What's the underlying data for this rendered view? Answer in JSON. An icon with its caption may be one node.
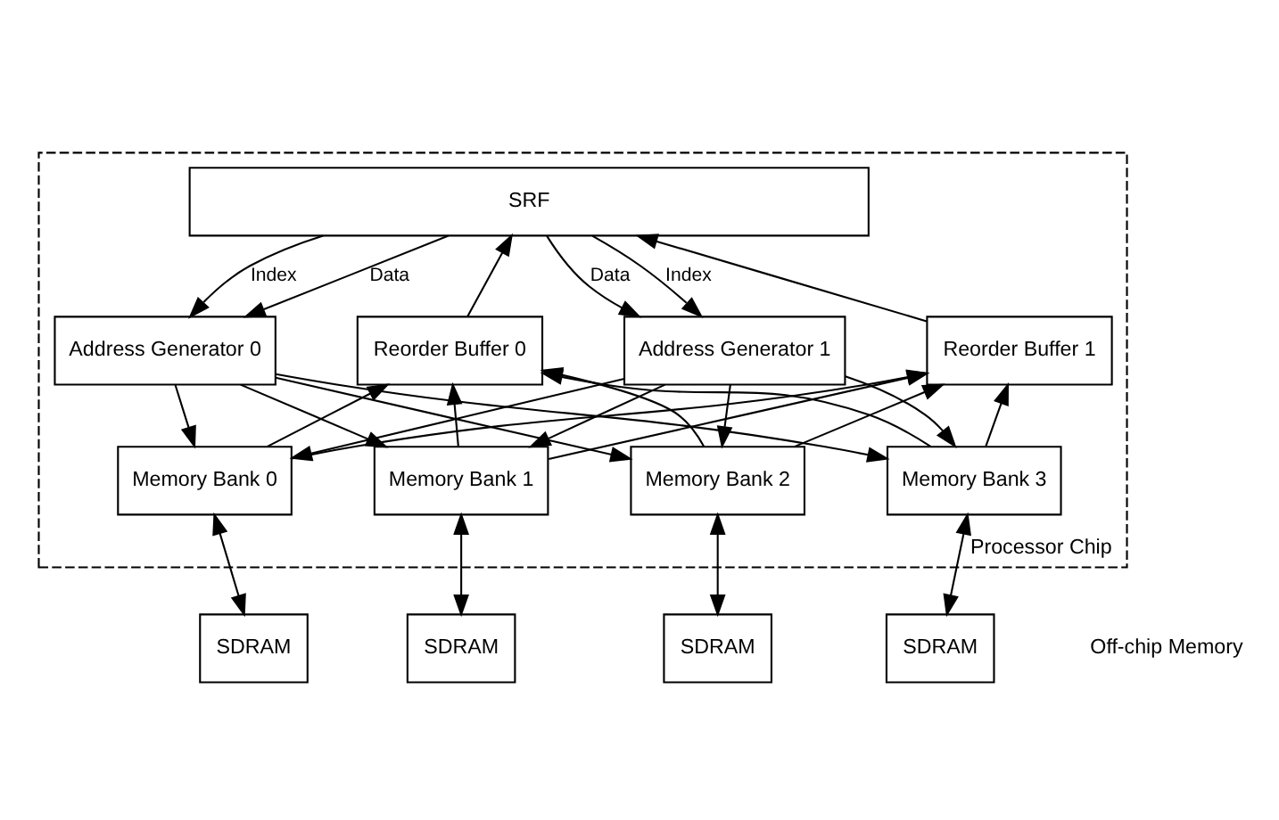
{
  "diagram": {
    "nodes": [
      {
        "text": [
          "Processor Chip"
        ]
      },
      {
        "text": [
          "SRF"
        ],
        "in": 0
      },
      {
        "text": [
          "Address Generator 0"
        ],
        "in": 0
      },
      {
        "text": [
          "Reorder Buffer 0"
        ],
        "in": 0
      },
      {
        "text": [
          "Address Generator 1"
        ],
        "in": 0
      },
      {
        "text": [
          "Reorder Buffer 1"
        ],
        "in": 0
      },
      {
        "text": [
          "Memory Bank 0"
        ],
        "in": 0
      },
      {
        "text": [
          "Memory Bank 1"
        ],
        "in": 0
      },
      {
        "text": [
          "Memory Bank 2"
        ],
        "in": 0
      },
      {
        "text": [
          "Memory Bank 3"
        ],
        "in": 0
      },
      {
        "text": [
          "SDRAM"
        ]
      },
      {
        "text": [
          "SDRAM"
        ]
      },
      {
        "text": [
          "SDRAM"
        ]
      },
      {
        "text": [
          "SDRAM"
        ]
      }
    ],
    "edges": [
      {
        "from": 1,
        "to": 2,
        "arrow": "to",
        "label": "Index"
      },
      {
        "from": 1,
        "to": 2,
        "arrow": "to",
        "label": "Data"
      },
      {
        "from": 3,
        "to": 1,
        "arrow": "to"
      },
      {
        "from": 1,
        "to": 4,
        "arrow": "to",
        "label": "Index"
      },
      {
        "from": 1,
        "to": 4,
        "arrow": "to",
        "label": "Data"
      },
      {
        "from": 5,
        "to": 1,
        "arrow": "to"
      },
      {
        "from": 2,
        "to": 6,
        "arrow": "to"
      },
      {
        "from": 2,
        "to": 7,
        "arrow": "to"
      },
      {
        "from": 2,
        "to": 8,
        "arrow": "to"
      },
      {
        "from": 2,
        "to": 9,
        "arrow": "to"
      },
      {
        "from": 4,
        "to": 6,
        "arrow": "to"
      },
      {
        "from": 4,
        "to": 7,
        "arrow": "to"
      },
      {
        "from": 4,
        "to": 8,
        "arrow": "to"
      },
      {
        "from": 4,
        "to": 9,
        "arrow": "to"
      },
      {
        "from": 6,
        "to": 3,
        "arrow": "to"
      },
      {
        "from": 7,
        "to": 3,
        "arrow": "to"
      },
      {
        "from": 8,
        "to": 3,
        "arrow": "to"
      },
      {
        "from": 9,
        "to": 3,
        "arrow": "to"
      },
      {
        "from": 6,
        "to": 5,
        "arrow": "to"
      },
      {
        "from": 7,
        "to": 5,
        "arrow": "to"
      },
      {
        "from": 8,
        "to": 5,
        "arrow": "to"
      },
      {
        "from": 9,
        "to": 5,
        "arrow": "to"
      },
      {
        "from": 6,
        "to": 10,
        "arrow": "both"
      },
      {
        "from": 7,
        "to": 11,
        "arrow": "both"
      },
      {
        "from": 8,
        "to": 12,
        "arrow": "both"
      },
      {
        "from": 9,
        "to": 13,
        "arrow": "both"
      }
    ],
    "labels": [
      "Off-chip Memory"
    ]
  }
}
